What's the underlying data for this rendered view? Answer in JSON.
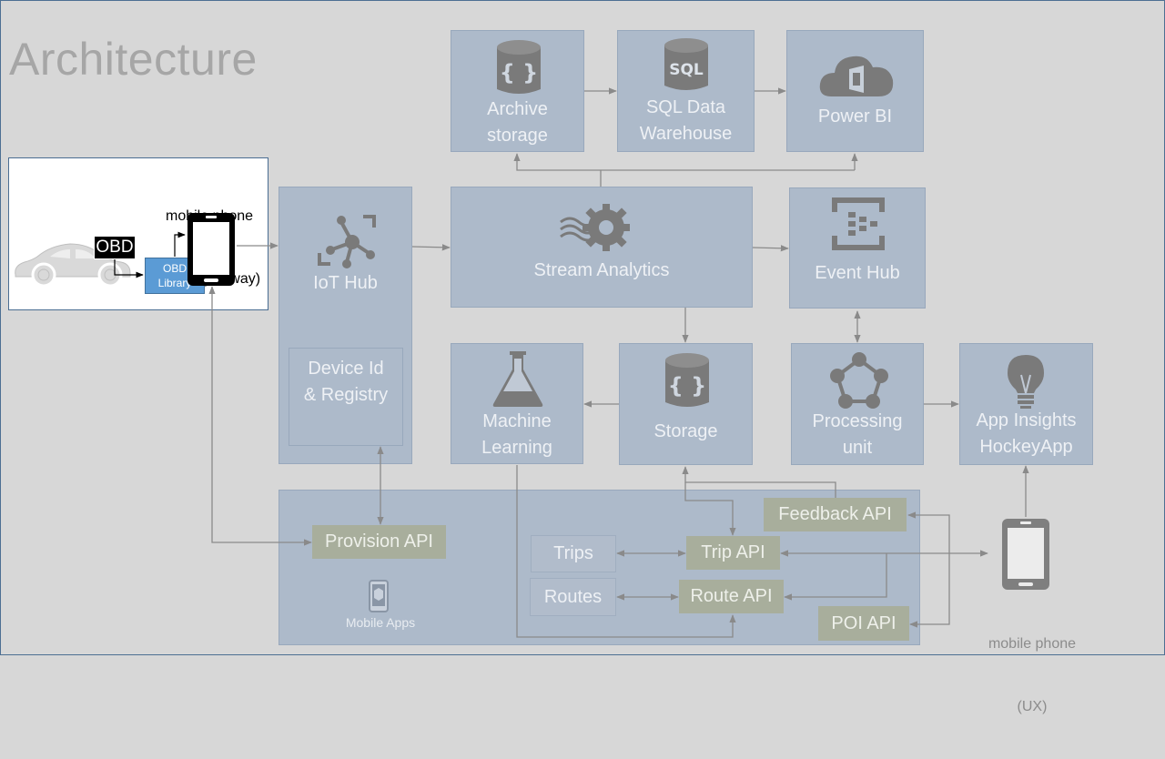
{
  "slide": {
    "title": "Architecture"
  },
  "components": {
    "archive_storage": [
      "Archive",
      "storage"
    ],
    "sql_dw": [
      "SQL Data",
      "Warehouse"
    ],
    "power_bi": [
      "Power BI"
    ],
    "iot_hub": [
      "IoT Hub"
    ],
    "device_registry": [
      "Device Id",
      "& Registry"
    ],
    "stream_analytics": [
      "Stream Analytics"
    ],
    "event_hub": [
      "Event Hub"
    ],
    "machine_learning": [
      "Machine",
      "Learning"
    ],
    "storage": [
      "Storage"
    ],
    "processing_unit": [
      "Processing",
      "unit"
    ],
    "app_insights": [
      "App Insights",
      "HockeyApp"
    ],
    "mobile_apps": "Mobile Apps"
  },
  "apis": {
    "provision": "Provision API",
    "feedback": "Feedback API",
    "trip": "Trip API",
    "route": "Route API",
    "poi": "POI API"
  },
  "datasets": {
    "trips": "Trips",
    "routes": "Routes"
  },
  "gateway": {
    "phone_label": [
      "mobile phone",
      "(field gateway)"
    ],
    "obd": "OBD",
    "obd_library": [
      "OBD",
      "Library"
    ]
  },
  "mobile_ux": [
    "mobile phone",
    "(UX)"
  ],
  "icons": {
    "archive": "database-braces-icon",
    "sql": "sql-database-icon",
    "powerbi": "office-cloud-icon",
    "iot": "hub-network-icon",
    "stream": "gear-waves-icon",
    "event": "event-hub-icon",
    "ml": "flask-icon",
    "storage": "database-braces-icon",
    "processing": "network-ring-icon",
    "insights": "lightbulb-icon"
  },
  "colors": {
    "background": "#d7d7d7",
    "component_fill": "#adbaca",
    "api_fill": "#a8ae9c",
    "label": "#eef1f5",
    "title": "#a6a6a6",
    "connector": "#8a8a8a",
    "obd_library": "#5b9bd5"
  }
}
